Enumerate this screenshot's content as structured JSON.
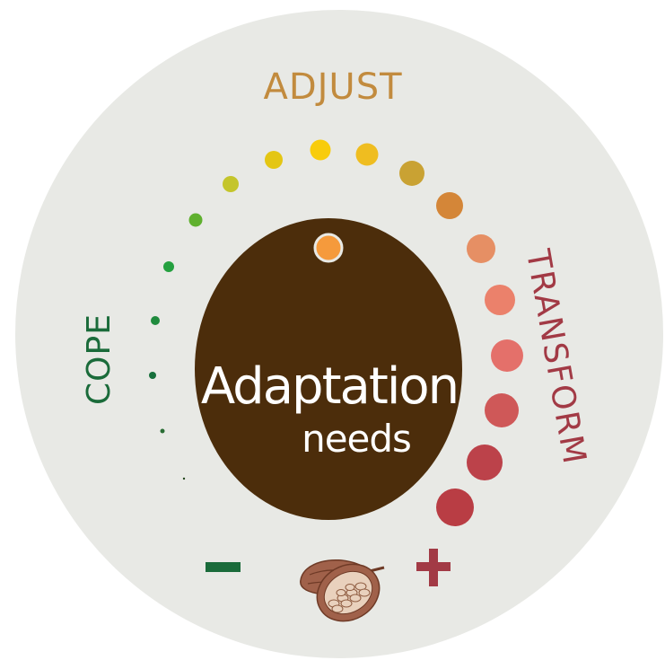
{
  "labels": {
    "cope": "COPE",
    "adjust": "ADJUST",
    "transform": "TRANSFORM",
    "center_line1": "Adaptation",
    "center_line2": "needs"
  },
  "scale": {
    "minus": "−",
    "plus": "+"
  },
  "colors": {
    "background_circle": "#e8e9e5",
    "center_circle": "#4c2d0b",
    "cope": "#1a6b3a",
    "adjust": "#c28b3e",
    "transform": "#a23a45",
    "minus": "#1a6b3a",
    "plus": "#a23a45",
    "center_dot": "#f59a3c"
  },
  "dots": [
    {
      "color": "#23461d",
      "level": 1
    },
    {
      "color": "#2a6d35",
      "level": 2
    },
    {
      "color": "#166f3b",
      "level": 3
    },
    {
      "color": "#1f8b3d",
      "level": 4
    },
    {
      "color": "#24a03f",
      "level": 5
    },
    {
      "color": "#5fb02e",
      "level": 6
    },
    {
      "color": "#c4c52b",
      "level": 7
    },
    {
      "color": "#e4c613",
      "level": 8
    },
    {
      "color": "#f8cc0c",
      "level": 9
    },
    {
      "color": "#efbd20",
      "level": 10
    },
    {
      "color": "#c9a233",
      "level": 11
    },
    {
      "color": "#d48638",
      "level": 12
    },
    {
      "color": "#e68f64",
      "level": 13
    },
    {
      "color": "#eb816b",
      "level": 14
    },
    {
      "color": "#e4706a",
      "level": 15
    },
    {
      "color": "#cf5858",
      "level": 16
    },
    {
      "color": "#bc424a",
      "level": 17
    }
  ],
  "icon": "cocoa-pod-icon"
}
